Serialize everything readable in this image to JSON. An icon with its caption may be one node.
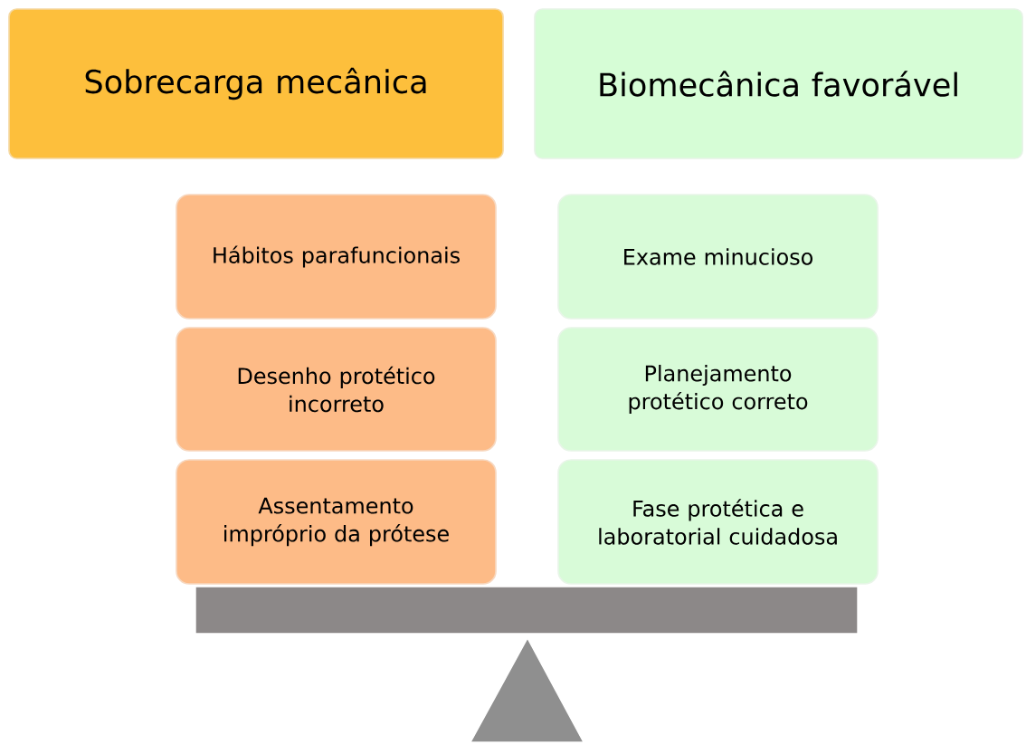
{
  "diagram": {
    "nodes": [
      {
        "text": [
          "Sobrecarga mecânica"
        ]
      },
      {
        "text": [
          "Biomecânica favorável"
        ]
      },
      {
        "text": [
          "Hábitos parafuncionais"
        ]
      },
      {
        "text": [
          "Desenho protético incorreto"
        ]
      },
      {
        "text": [
          "Assentamento impróprio da prótese"
        ]
      },
      {
        "text": [
          "Exame minucioso"
        ]
      },
      {
        "text": [
          "Planejamento protético correto"
        ]
      },
      {
        "text": [
          "Fase protética e laboratorial cuidadosa"
        ]
      }
    ]
  }
}
